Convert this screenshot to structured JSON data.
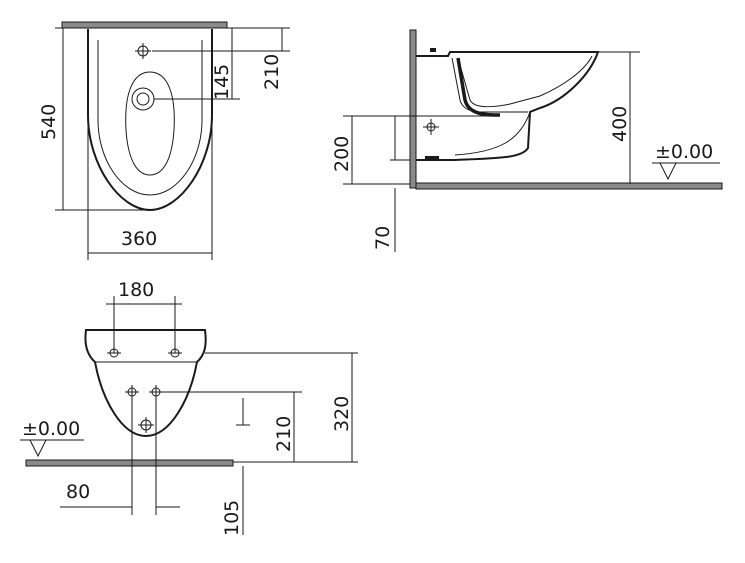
{
  "top_view": {
    "dim_width": "360",
    "dim_depth": "540",
    "dim_tap_from_wall": "210",
    "dim_outlet_from_wall": "145"
  },
  "side_view": {
    "dim_rim_height": "400",
    "dim_supply_height": "200",
    "dim_drain_offset": "70",
    "floor_level": "±0.00"
  },
  "front_view": {
    "dim_fixing_spacing": "180",
    "dim_fixing_height": "320",
    "dim_supply_height": "210",
    "dim_waste_offset": "80",
    "dim_waste_height": "105",
    "floor_level": "±0.00"
  }
}
